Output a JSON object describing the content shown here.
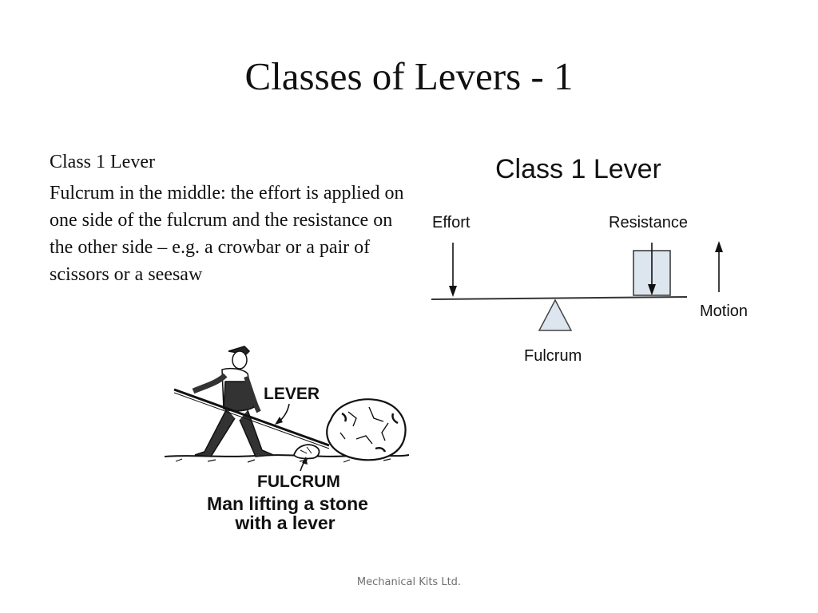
{
  "slide": {
    "title": "Classes of Levers - 1",
    "heading": "Class 1 Lever",
    "description": "Fulcrum in the middle: the effort is applied on one side of the fulcrum and the resistance on the other side – e.g. a crowbar or a pair of scissors or a seesaw",
    "footer": "Mechanical Kits Ltd."
  },
  "diagram": {
    "title": "Class 1 Lever",
    "effort_label": "Effort",
    "resistance_label": "Resistance",
    "motion_label": "Motion",
    "fulcrum_label": "Fulcrum",
    "box_fill": "#dde6ef",
    "fulcrum_fill": "#dde6ef"
  },
  "sketch": {
    "lever_label": "LEVER",
    "fulcrum_label": "FULCRUM",
    "caption_line1": "Man lifting a stone",
    "caption_line2": "with a lever"
  }
}
